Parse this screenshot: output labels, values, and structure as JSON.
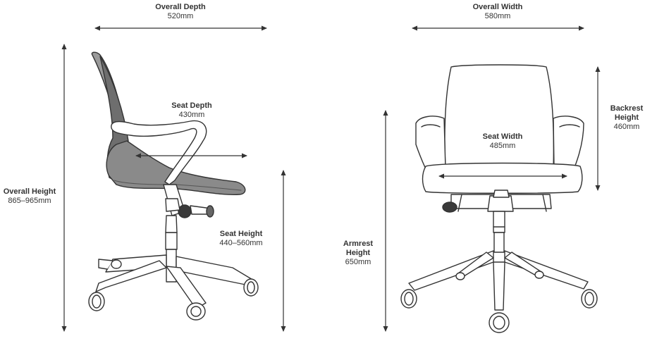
{
  "side_view": {
    "overall_depth": {
      "title": "Overall Depth",
      "value": "520mm"
    },
    "seat_depth": {
      "title": "Seat Depth",
      "value": "430mm"
    },
    "overall_height": {
      "title": "Overall Height",
      "value": "865–965mm"
    },
    "seat_height": {
      "title": "Seat Height",
      "value": "440–560mm"
    }
  },
  "front_view": {
    "overall_width": {
      "title": "Overall Width",
      "value": "580mm"
    },
    "seat_width": {
      "title": "Seat Width",
      "value": "485mm"
    },
    "backrest_height": {
      "title_line1": "Backrest",
      "title_line2": "Height",
      "value": "460mm"
    },
    "armrest_height": {
      "title_line1": "Armrest",
      "title_line2": "Height",
      "value": "650mm"
    }
  },
  "colors": {
    "line": "#333333",
    "text": "#333333"
  }
}
